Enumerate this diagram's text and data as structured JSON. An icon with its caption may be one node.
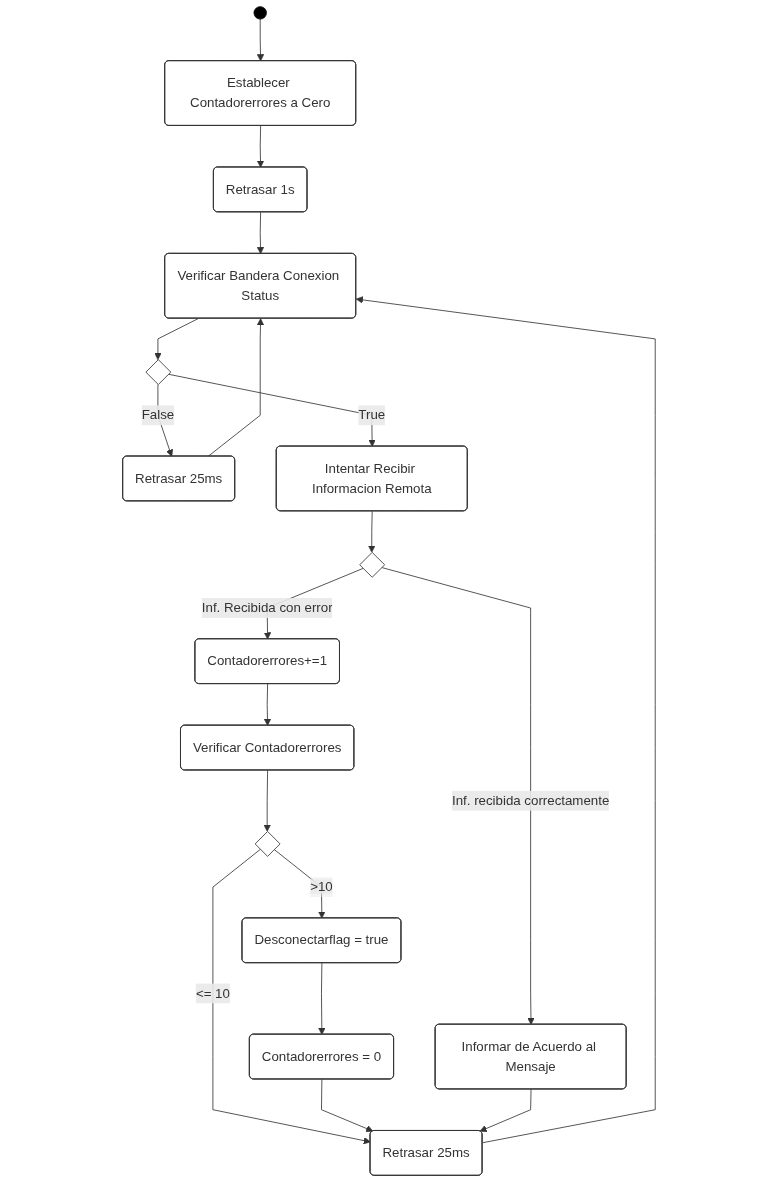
{
  "diagram": {
    "nodes": [
      {
        "text": [],
        "shape": "circle"
      },
      {
        "text": [
          "Establecer Contadorerrores a Cero"
        ]
      },
      {
        "text": [
          "Retrasar 1s"
        ]
      },
      {
        "text": [
          "Verificar Bandera Conexion Status"
        ]
      },
      {
        "text": [],
        "shape": "diamond"
      },
      {
        "text": [
          "Retrasar 25ms"
        ]
      },
      {
        "text": [
          "Intentar Recibir Informacion Remota"
        ]
      },
      {
        "text": [],
        "shape": "diamond"
      },
      {
        "text": [
          "Informar de Acuerdo al Mensaje"
        ]
      },
      {
        "text": [
          "Contadorerrores+=1"
        ]
      },
      {
        "text": [
          "Verificar Contadorerrores"
        ]
      },
      {
        "text": [],
        "shape": "diamond"
      },
      {
        "text": [
          "Desconectarflag = true"
        ]
      },
      {
        "text": [
          "Contadorerrores = 0"
        ]
      },
      {
        "text": [
          "Retrasar 25ms"
        ]
      }
    ],
    "edges": [
      {
        "from": 0,
        "to": 1,
        "arrow": "to"
      },
      {
        "from": 1,
        "to": 2,
        "arrow": "to"
      },
      {
        "from": 2,
        "to": 3,
        "arrow": "to"
      },
      {
        "from": 3,
        "to": 4,
        "arrow": "to"
      },
      {
        "from": 4,
        "to": 5,
        "arrow": "to",
        "label": "False"
      },
      {
        "from": 5,
        "to": 3,
        "arrow": "to"
      },
      {
        "from": 4,
        "to": 6,
        "arrow": "to",
        "label": "True"
      },
      {
        "from": 6,
        "to": 7,
        "arrow": "to"
      },
      {
        "from": 7,
        "to": 8,
        "arrow": "to",
        "label": "Inf. recibida correctamente"
      },
      {
        "from": 7,
        "to": 9,
        "arrow": "to",
        "label": "Inf. Recibida con error"
      },
      {
        "from": 9,
        "to": 10,
        "arrow": "to"
      },
      {
        "from": 10,
        "to": 11,
        "arrow": "to"
      },
      {
        "from": 11,
        "to": 14,
        "arrow": "to",
        "label": "<= 10"
      },
      {
        "from": 11,
        "to": 12,
        "arrow": "to",
        "label": ">10"
      },
      {
        "from": 12,
        "to": 13,
        "arrow": "to"
      },
      {
        "from": 13,
        "to": 14,
        "arrow": "to"
      },
      {
        "from": 8,
        "to": 14,
        "arrow": "to"
      },
      {
        "from": 14,
        "to": 3,
        "arrow": "to"
      }
    ]
  }
}
